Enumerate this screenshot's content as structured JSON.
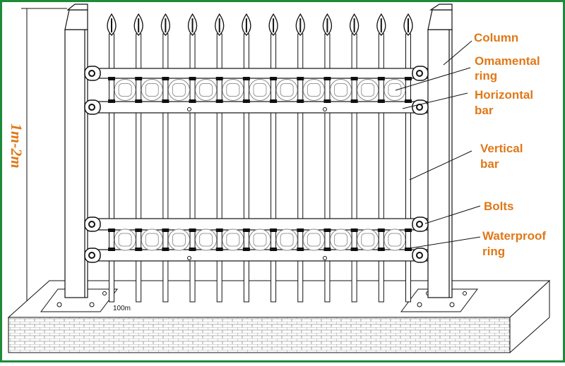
{
  "labels": {
    "column": "Column",
    "ornamental_ring_1": "Omamental",
    "ornamental_ring_2": "ring",
    "horizontal_bar_1": "Horizontal",
    "horizontal_bar_2": "bar",
    "vertical_bar_1": "Vertical",
    "vertical_bar_2": "bar",
    "bolts": "Bolts",
    "waterproof_ring_1": "Waterproof",
    "waterproof_ring_2": "ring"
  },
  "height_dimension": "1m-2m",
  "ground_note": "100m",
  "colors": {
    "label": "#e07818",
    "frame_border": "#1f8a3a",
    "line": "#111111"
  },
  "fence": {
    "picket_count": 12,
    "ring_count_per_band": 11
  }
}
